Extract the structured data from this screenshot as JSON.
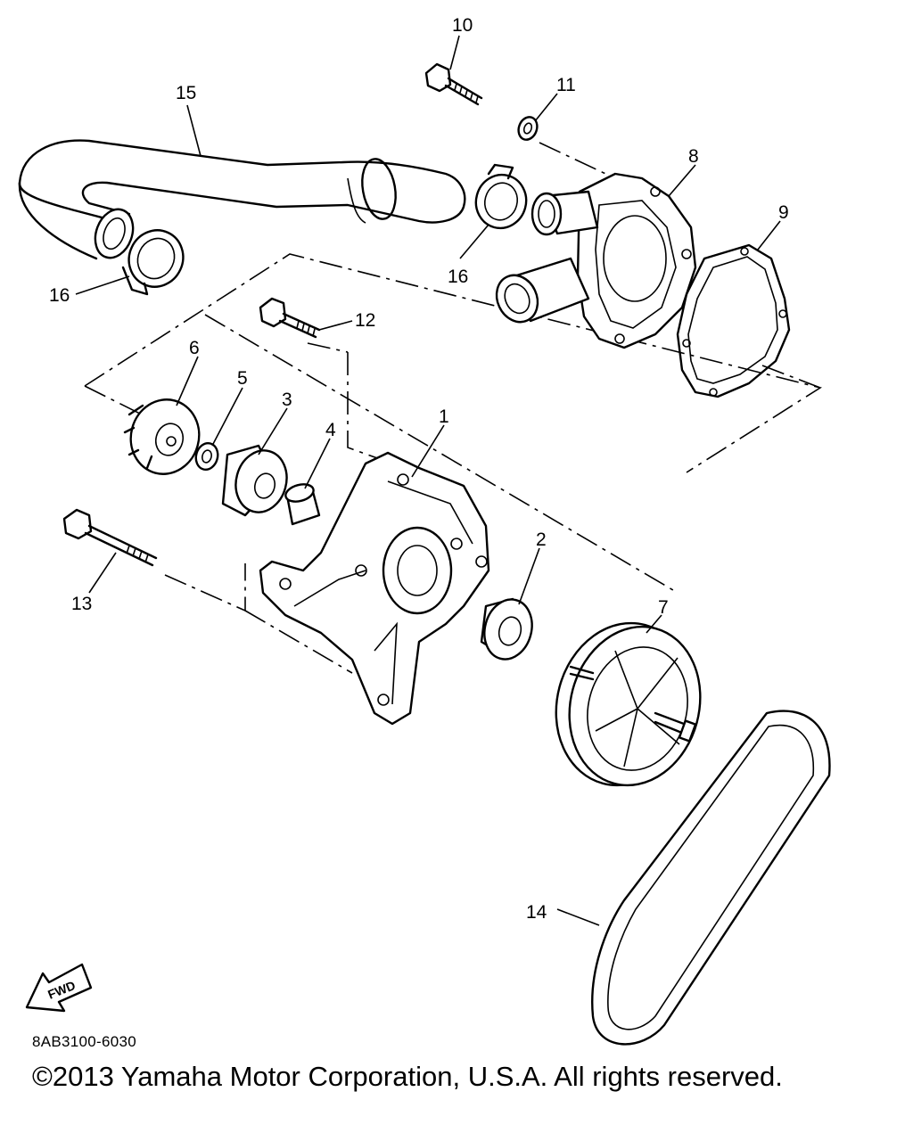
{
  "callouts": {
    "c1": "1",
    "c2": "2",
    "c3": "3",
    "c4": "4",
    "c5": "5",
    "c6": "6",
    "c7": "7",
    "c8": "8",
    "c9": "9",
    "c10": "10",
    "c11": "11",
    "c12": "12",
    "c13": "13",
    "c14": "14",
    "c15": "15",
    "c16a": "16",
    "c16b": "16"
  },
  "fwd_label": "FWD",
  "diagram_code": "8AB3100-6030",
  "copyright": "©2013 Yamaha Motor Corporation, U.S.A. All rights reserved."
}
